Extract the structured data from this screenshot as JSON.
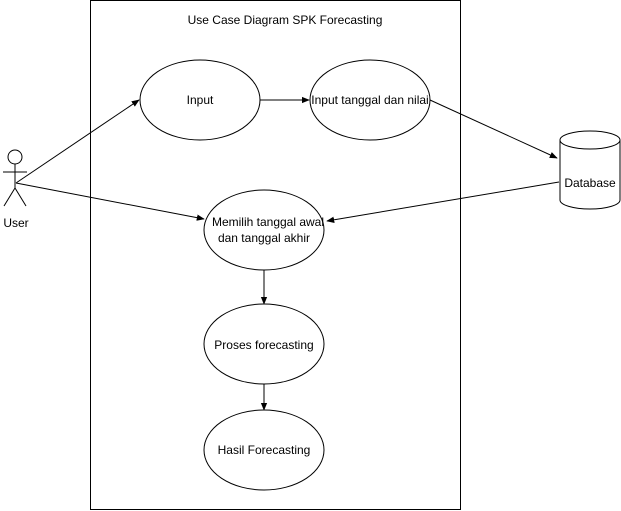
{
  "diagram": {
    "title": "Use Case Diagram SPK Forecasting",
    "actors": [
      {
        "id": "user",
        "label": "User"
      }
    ],
    "use_cases": [
      {
        "id": "input",
        "label": "Input"
      },
      {
        "id": "input_tanggal",
        "label": "Input tanggal dan nilai"
      },
      {
        "id": "memilih",
        "label_line1": "Memilih tanggal awal",
        "label_line2": "dan tanggal akhir"
      },
      {
        "id": "proses",
        "label": "Proses forecasting"
      },
      {
        "id": "hasil",
        "label": "Hasil Forecasting"
      }
    ],
    "datastores": [
      {
        "id": "database",
        "label": "Database"
      }
    ],
    "connections": [
      {
        "from": "user",
        "to": "input"
      },
      {
        "from": "user",
        "to": "memilih"
      },
      {
        "from": "input",
        "to": "input_tanggal"
      },
      {
        "from": "input_tanggal",
        "to": "database"
      },
      {
        "from": "database",
        "to": "memilih"
      },
      {
        "from": "memilih",
        "to": "proses"
      },
      {
        "from": "proses",
        "to": "hasil"
      }
    ]
  }
}
